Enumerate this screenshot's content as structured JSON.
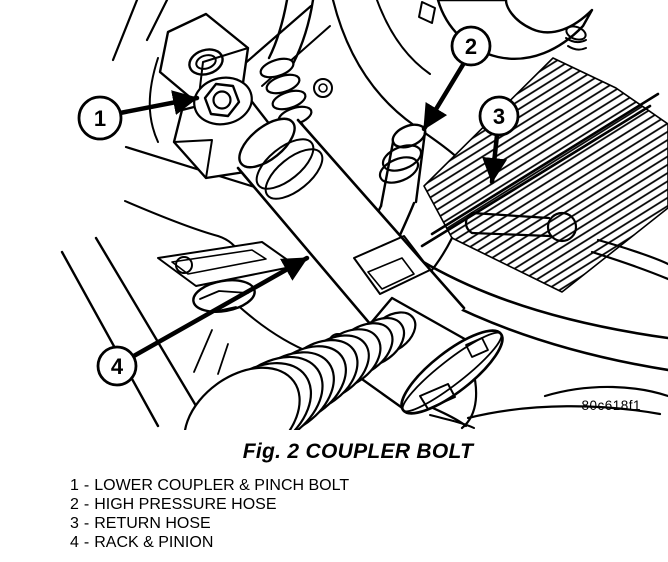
{
  "figure": {
    "caption": "Fig. 2 COUPLER BOLT",
    "drawing_code": "80c618f1"
  },
  "legend": {
    "separator": "-",
    "items": [
      {
        "number": "1",
        "label": "LOWER COUPLER & PINCH BOLT"
      },
      {
        "number": "2",
        "label": "HIGH PRESSURE HOSE"
      },
      {
        "number": "3",
        "label": "RETURN HOSE"
      },
      {
        "number": "4",
        "label": "RACK & PINION"
      }
    ]
  },
  "colors": {
    "line": "#000000",
    "background": "#ffffff"
  }
}
